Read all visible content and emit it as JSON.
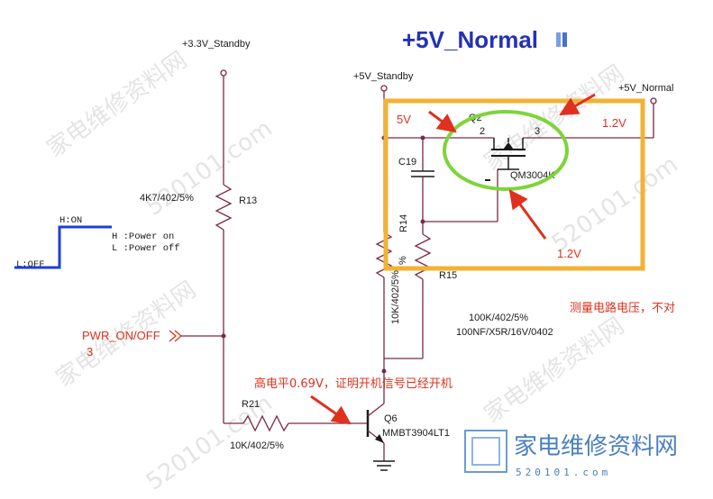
{
  "title": "+5V_Normal",
  "nets": {
    "v33_standby": "+3.3V_Standby",
    "v5_standby": "+5V_Standby",
    "v5_normal": "+5V_Normal",
    "pwr_on_off": "PWR_ON/OFF",
    "pwr_pin": "3"
  },
  "components": {
    "r13": {
      "ref": "R13",
      "value": "4K7/402/5%"
    },
    "r21": {
      "ref": "R21",
      "value": "10K/402/5%"
    },
    "c19": {
      "ref": "C19"
    },
    "r14": {
      "ref": "R14",
      "value": "10K/402/5%",
      "value_part": "%"
    },
    "r15": {
      "ref": "R15",
      "value": "100K/402/5%"
    },
    "c19_value": "100NF/X5R/16V/0402",
    "q2": {
      "ref": "Q2",
      "part": "QM3004K",
      "pin2": "2",
      "pin3": "3"
    },
    "q6": {
      "ref": "Q6",
      "part": "MMBT3904LT1"
    }
  },
  "logic_box": {
    "high": "H:ON",
    "low": "L:OFF",
    "note_h": "H :Power on",
    "note_l": "L :Power off"
  },
  "annotations": {
    "v_in": "5V",
    "v_out": "1.2V",
    "v_gate": "1.2V",
    "measure_note": "测量电路电压，不对",
    "high_level_note": "高电平0.69V，证明开机信号已经开机"
  },
  "watermark": {
    "text": "家电维修资料网",
    "url": "520101.com",
    "logo_text": "家电维修资料网",
    "logo_url": "520101.com"
  },
  "colors": {
    "wire": "#7a2a4a",
    "highlight_box": "#f2b233",
    "highlight_ring": "#7ed43a",
    "annotation": "#e0301e",
    "title": "#2431b8"
  }
}
